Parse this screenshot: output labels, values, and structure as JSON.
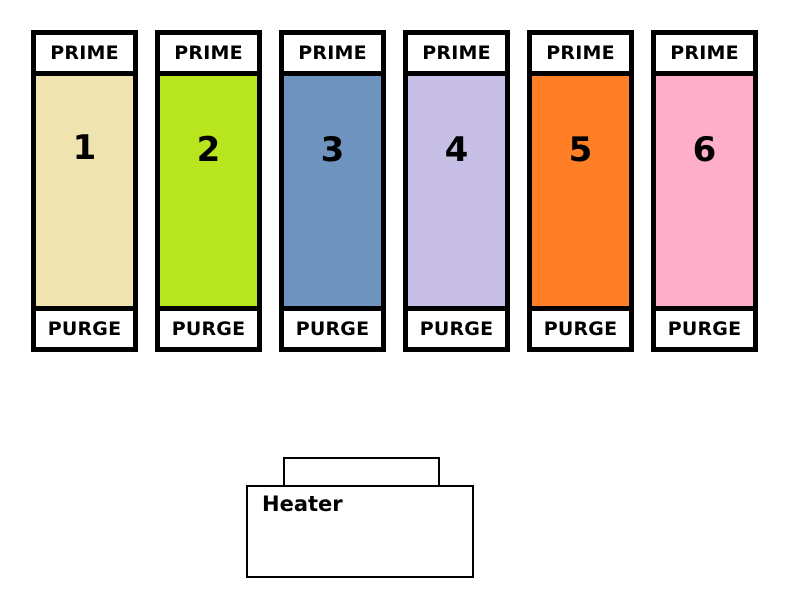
{
  "slots": [
    {
      "prime_label": "PRIME",
      "number": "1",
      "purge_label": "PURGE",
      "color": "#efe3b0"
    },
    {
      "prime_label": "PRIME",
      "number": "2",
      "purge_label": "PURGE",
      "color": "#b7e61f"
    },
    {
      "prime_label": "PRIME",
      "number": "3",
      "purge_label": "PURGE",
      "color": "#6f93bf"
    },
    {
      "prime_label": "PRIME",
      "number": "4",
      "purge_label": "PURGE",
      "color": "#c7bfe6"
    },
    {
      "prime_label": "PRIME",
      "number": "5",
      "purge_label": "PURGE",
      "color": "#ff7f27"
    },
    {
      "prime_label": "PRIME",
      "number": "6",
      "purge_label": "PURGE",
      "color": "#ffaec9"
    }
  ],
  "heater": {
    "label": "Heater"
  }
}
